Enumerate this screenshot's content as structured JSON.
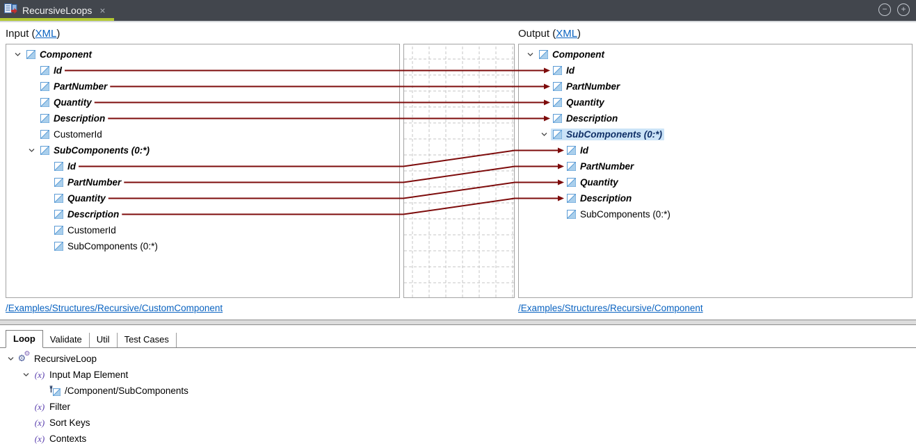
{
  "titlebar": {
    "tab_title": "RecursiveLoops",
    "close_glyph": "×",
    "minus_glyph": "−",
    "plus_glyph": "+"
  },
  "colors": {
    "accent_green": "#b2c832",
    "titlebar_bg": "#42464d",
    "connection_maroon": "#7d0b0b",
    "link_blue": "#0a63c1",
    "selection_highlight": "#cbe3f7",
    "node_icon_blue": "#5b9bd5"
  },
  "input_section": {
    "header_prefix": "Input (",
    "header_link": "XML",
    "header_suffix": ")",
    "schema_path": "/Examples/Structures/Recursive/CustomComponent",
    "tree": [
      {
        "label": "Component",
        "level": 0,
        "bold": true,
        "expander": true
      },
      {
        "label": "Id",
        "level": 1,
        "bold": true
      },
      {
        "label": "PartNumber",
        "level": 1,
        "bold": true
      },
      {
        "label": "Quantity",
        "level": 1,
        "bold": true
      },
      {
        "label": "Description",
        "level": 1,
        "bold": true
      },
      {
        "label": "CustomerId",
        "level": 1,
        "bold": false
      },
      {
        "label": "SubComponents (0:*)",
        "level": 1,
        "bold": true,
        "expander": true
      },
      {
        "label": "Id",
        "level": 2,
        "bold": true
      },
      {
        "label": "PartNumber",
        "level": 2,
        "bold": true
      },
      {
        "label": "Quantity",
        "level": 2,
        "bold": true
      },
      {
        "label": "Description",
        "level": 2,
        "bold": true
      },
      {
        "label": "CustomerId",
        "level": 2,
        "bold": false
      },
      {
        "label": "SubComponents (0:*)",
        "level": 2,
        "bold": false
      }
    ]
  },
  "output_section": {
    "header_prefix": "Output (",
    "header_link": "XML",
    "header_suffix": ")",
    "schema_path": "/Examples/Structures/Recursive/Component",
    "tree": [
      {
        "label": "Component",
        "level": 0,
        "bold": true,
        "expander": true
      },
      {
        "label": "Id",
        "level": 1,
        "bold": true
      },
      {
        "label": "PartNumber",
        "level": 1,
        "bold": true
      },
      {
        "label": "Quantity",
        "level": 1,
        "bold": true
      },
      {
        "label": "Description",
        "level": 1,
        "bold": true
      },
      {
        "label": "SubComponents (0:*)",
        "level": 1,
        "bold": true,
        "expander": true,
        "highlight": true
      },
      {
        "label": "Id",
        "level": 2,
        "bold": true
      },
      {
        "label": "PartNumber",
        "level": 2,
        "bold": true
      },
      {
        "label": "Quantity",
        "level": 2,
        "bold": true
      },
      {
        "label": "Description",
        "level": 2,
        "bold": true
      },
      {
        "label": "SubComponents (0:*)",
        "level": 2,
        "bold": false
      }
    ]
  },
  "connections": [
    {
      "from": "Component/Id",
      "to": "Component/Id",
      "from_row": 1,
      "to_row": 1
    },
    {
      "from": "Component/PartNumber",
      "to": "Component/PartNumber",
      "from_row": 2,
      "to_row": 2
    },
    {
      "from": "Component/Quantity",
      "to": "Component/Quantity",
      "from_row": 3,
      "to_row": 3
    },
    {
      "from": "Component/Description",
      "to": "Component/Description",
      "from_row": 4,
      "to_row": 4
    },
    {
      "from": "Component/SubComponents/Id",
      "to": "Component/SubComponents/Id",
      "from_row": 7,
      "to_row": 6
    },
    {
      "from": "Component/SubComponents/PartNumber",
      "to": "Component/SubComponents/PartNumber",
      "from_row": 8,
      "to_row": 7
    },
    {
      "from": "Component/SubComponents/Quantity",
      "to": "Component/SubComponents/Quantity",
      "from_row": 9,
      "to_row": 8
    },
    {
      "from": "Component/SubComponents/Description",
      "to": "Component/SubComponents/Description",
      "from_row": 10,
      "to_row": 9
    }
  ],
  "bottom_panel": {
    "tabs": [
      {
        "label": "Loop",
        "active": true
      },
      {
        "label": "Validate",
        "active": false
      },
      {
        "label": "Util",
        "active": false
      },
      {
        "label": "Test Cases",
        "active": false
      }
    ],
    "fx_glyph": "(x)",
    "gear_glyph": "⚙",
    "tree": [
      {
        "label": "RecursiveLoop",
        "icon": "gears-icon",
        "level": 0,
        "expander": true
      },
      {
        "label": "Input Map Element",
        "icon": "fx-icon",
        "level": 1,
        "expander": true
      },
      {
        "label": "/Component/SubComponents",
        "icon": "node-ref-icon",
        "level": 2
      },
      {
        "label": "Filter",
        "icon": "fx-icon",
        "level": 1
      },
      {
        "label": "Sort Keys",
        "icon": "fx-icon",
        "level": 1
      },
      {
        "label": "Contexts",
        "icon": "fx-icon",
        "level": 1
      }
    ]
  }
}
